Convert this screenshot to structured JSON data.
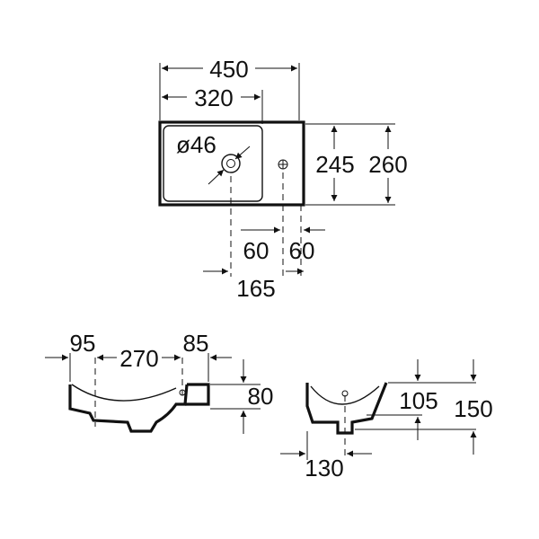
{
  "top_view": {
    "overall_width": "450",
    "basin_width": "320",
    "drain_diameter": "ø46",
    "inner_depth": "245",
    "overall_depth": "260",
    "tap_offset_left": "60",
    "tap_offset_right": "60",
    "drain_to_edge": "165"
  },
  "front_view": {
    "left_margin": "95",
    "drain_spacing": "270",
    "right_margin": "85",
    "height": "80"
  },
  "side_view": {
    "inner_height": "105",
    "overall_height": "150",
    "depth": "130"
  },
  "colors": {
    "line": "#111111",
    "background": "#ffffff"
  }
}
